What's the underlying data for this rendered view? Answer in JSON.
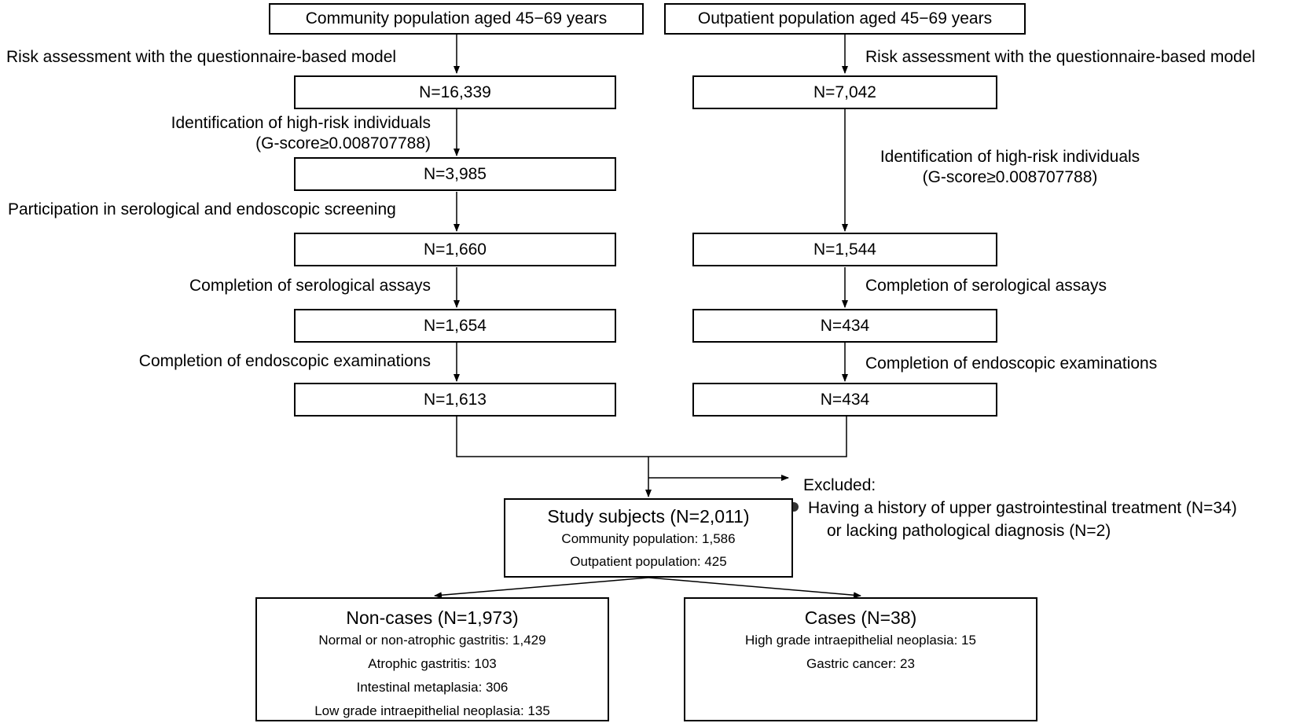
{
  "left": {
    "title": "Community population aged 45−69 years",
    "step1": "Risk assessment with the questionnaire-based model",
    "n1": "N=16,339",
    "step2_line1": "Identification of high-risk individuals",
    "step2_line2": "(G-score≥0.008707788)",
    "n2": "N=3,985",
    "step3": "Participation in serological and endoscopic screening",
    "n3": "N=1,660",
    "step4": "Completion of serological assays",
    "n4": "N=1,654",
    "step5": "Completion of endoscopic examinations",
    "n5": "N=1,613"
  },
  "right": {
    "title": "Outpatient population aged 45−69 years",
    "step1": "Risk assessment with the questionnaire-based model",
    "n1": "N=7,042",
    "step2_line1": "Identification of high-risk individuals",
    "step2_line2": "(G-score≥0.008707788)",
    "n2": "N=1,544",
    "step3": "Completion of serological assays",
    "n3": "N=434",
    "step4": "Completion of endoscopic examinations",
    "n4": "N=434"
  },
  "excluded": {
    "title": "Excluded:",
    "line1": "Having a history of upper gastrointestinal treatment (N=34)",
    "line2": "or lacking pathological diagnosis (N=2)"
  },
  "study": {
    "title": "Study subjects (N=2,011)",
    "community": "Community population: 1,586",
    "outpatient": "Outpatient population: 425"
  },
  "noncases": {
    "title": "Non-cases (N=1,973)",
    "items": [
      "Normal or non-atrophic gastritis: 1,429",
      "Atrophic gastritis: 103",
      "Intestinal metaplasia: 306",
      "Low grade intraepithelial neoplasia: 135"
    ]
  },
  "cases": {
    "title": "Cases (N=38)",
    "items": [
      "High grade intraepithelial neoplasia: 15",
      "Gastric cancer: 23"
    ]
  }
}
